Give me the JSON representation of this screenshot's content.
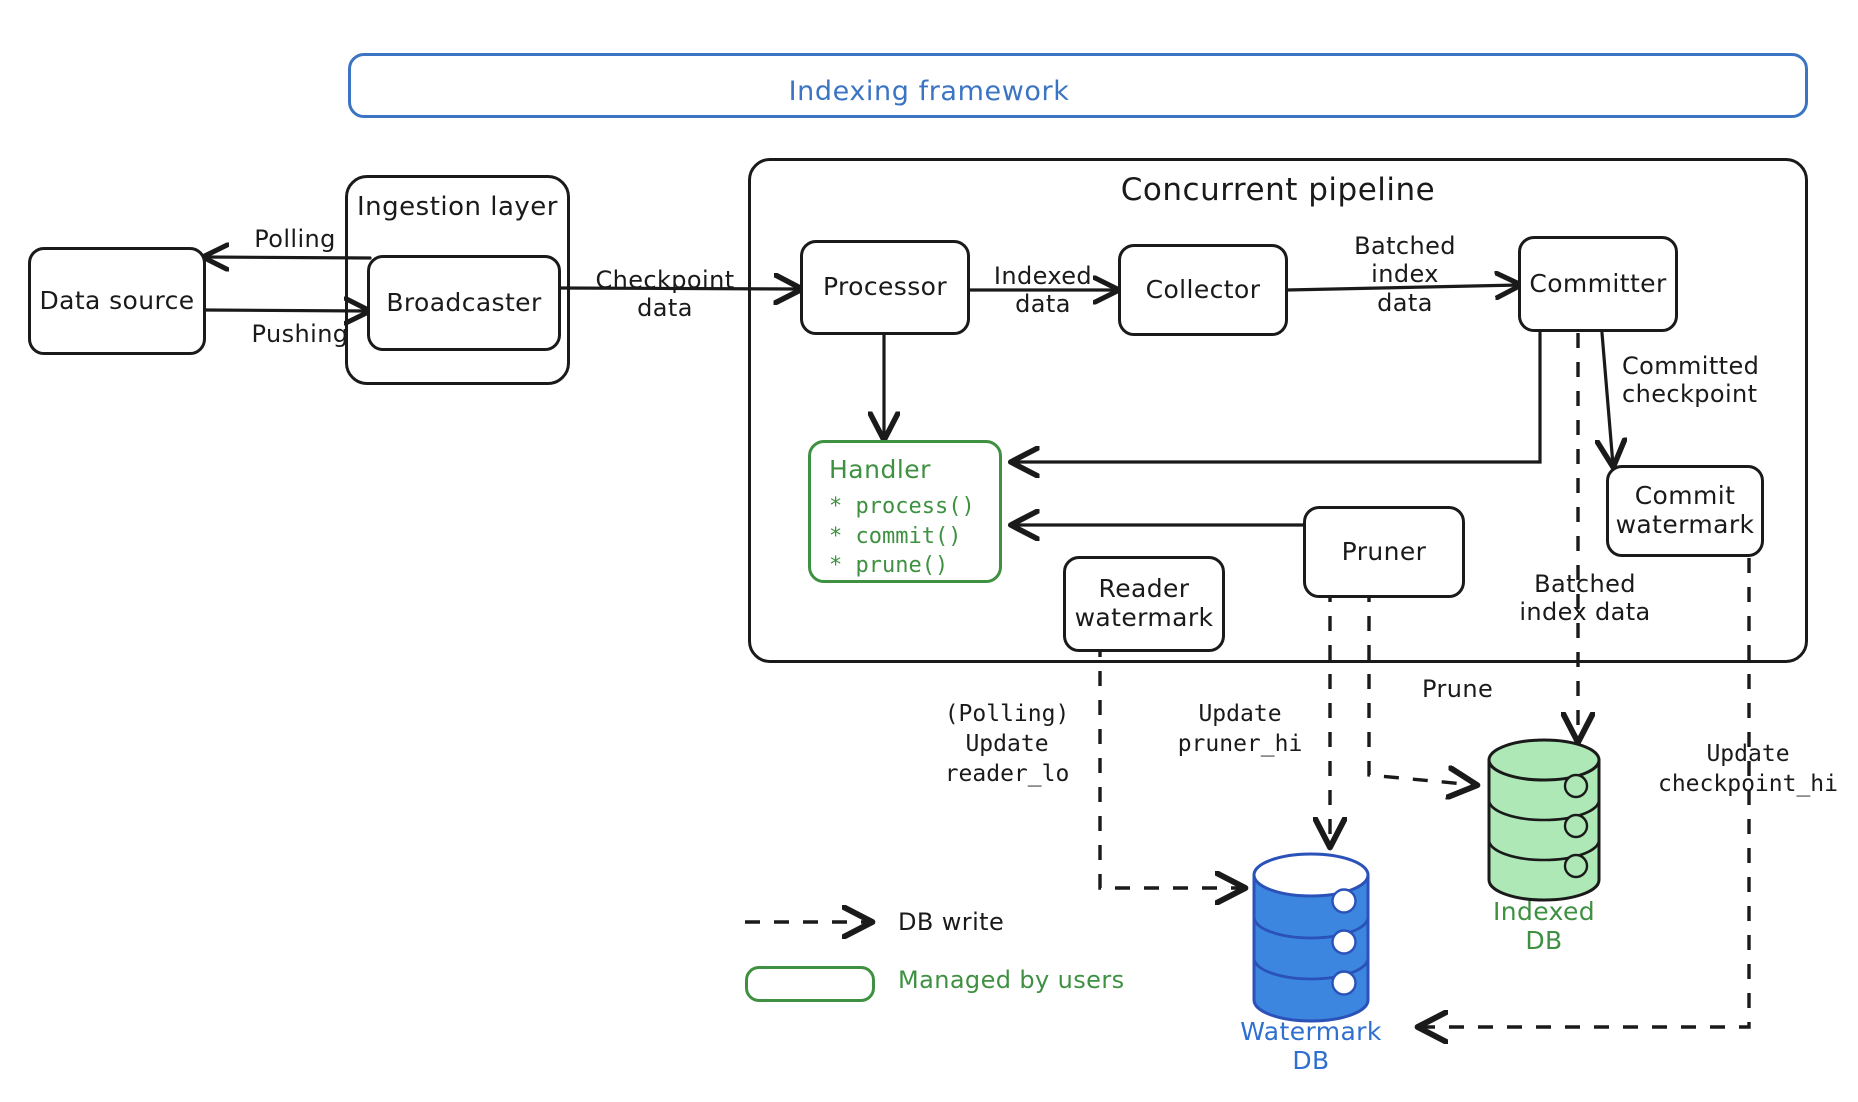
{
  "diagram": {
    "title": "Indexing framework",
    "accent_blue": "#3c74c4",
    "accent_green": "#3f9142",
    "db_blue": "#2f6fd0",
    "ink": "#1a1a1a"
  },
  "frame": {
    "label": "Indexing framework"
  },
  "groups": {
    "ingestion": {
      "label": "Ingestion layer"
    },
    "pipeline": {
      "label": "Concurrent pipeline"
    }
  },
  "nodes": {
    "data_source": {
      "label": "Data source"
    },
    "broadcaster": {
      "label": "Broadcaster"
    },
    "processor": {
      "label": "Processor"
    },
    "collector": {
      "label": "Collector"
    },
    "committer": {
      "label": "Committer"
    },
    "commit_watermark": {
      "line1": "Commit",
      "line2": "watermark"
    },
    "reader_watermark": {
      "line1": "Reader",
      "line2": "watermark"
    },
    "pruner": {
      "label": "Pruner"
    }
  },
  "handler": {
    "title": "Handler",
    "methods": [
      "* process()",
      "* commit()",
      "* prune()"
    ]
  },
  "edge_labels": {
    "polling": "Polling",
    "pushing": "Pushing",
    "checkpoint_data": "Checkpoint\ndata",
    "indexed_data": "Indexed\ndata",
    "batched_index_data_top": "Batched\nindex\ndata",
    "committed_checkpoint": "Committed\ncheckpoint",
    "batched_index_data_bottom": "Batched\nindex data",
    "prune": "Prune",
    "update_reader_lo": "(Polling)\nUpdate\nreader_lo",
    "update_pruner_hi": "Update\npruner_hi",
    "update_checkpoint_hi": "Update\ncheckpoint_hi"
  },
  "databases": {
    "indexed": {
      "line1": "Indexed",
      "line2": "DB",
      "color": "#a8e6b0"
    },
    "watermark": {
      "line1": "Watermark",
      "line2": "DB",
      "color": "#3d86e0"
    }
  },
  "legend": {
    "db_write": "DB write",
    "managed_by_users": "Managed by users"
  }
}
